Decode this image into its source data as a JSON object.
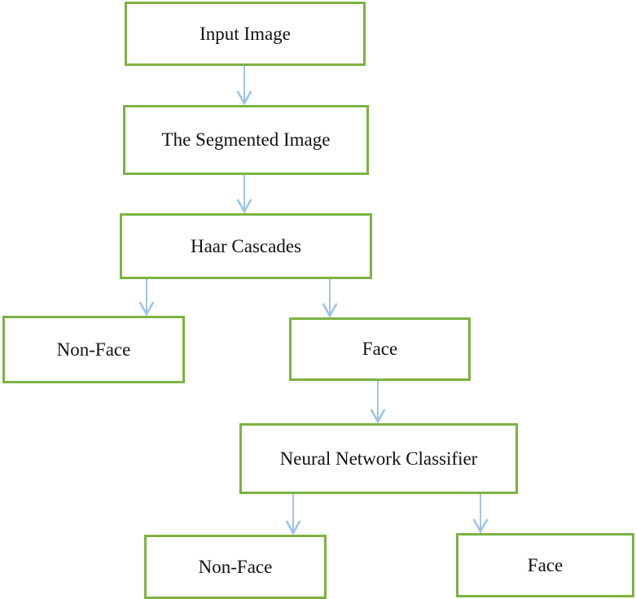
{
  "nodes": {
    "input_image": "Input Image",
    "segmented_image": "The Segmented Image",
    "haar_cascades": "Haar Cascades",
    "non_face_1": "Non-Face",
    "face_1": "Face",
    "neural_network_classifier": "Neural Network Classifier",
    "non_face_2": "Non-Face",
    "face_2": "Face"
  },
  "edges": [
    {
      "from": "input_image",
      "to": "segmented_image"
    },
    {
      "from": "segmented_image",
      "to": "haar_cascades"
    },
    {
      "from": "haar_cascades",
      "to": "non_face_1"
    },
    {
      "from": "haar_cascades",
      "to": "face_1"
    },
    {
      "from": "face_1",
      "to": "neural_network_classifier"
    },
    {
      "from": "neural_network_classifier",
      "to": "non_face_2"
    },
    {
      "from": "neural_network_classifier",
      "to": "face_2"
    }
  ],
  "colors": {
    "box_border": "#7cb342",
    "arrow": "#9ec5e8",
    "text": "#111111"
  }
}
